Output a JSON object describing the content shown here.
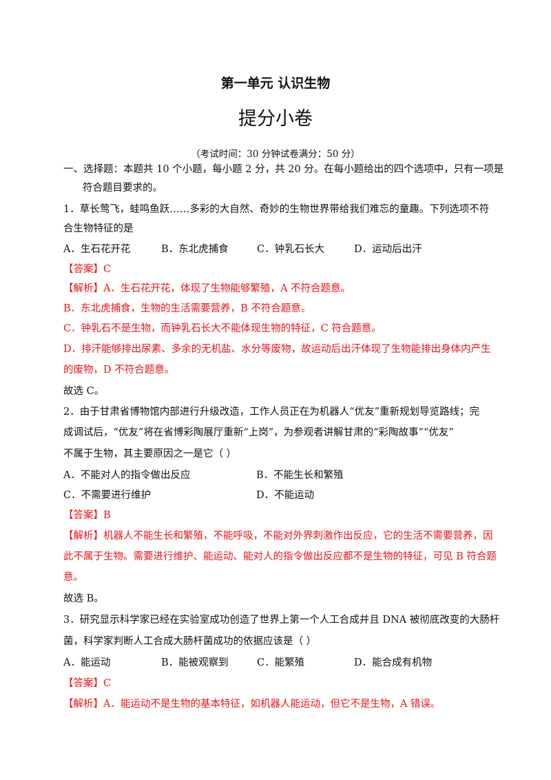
{
  "header": {
    "unit_title": "第一单元  认识生物",
    "paper_title": "提分小卷",
    "exam_info": "（考试时间：30 分钟试卷满分：50 分）"
  },
  "section1": {
    "line1": "一、选择题：本题共 10 个小题，每小题 2 分，共 20 分。在每小题给出的四个选项中，只有一项是",
    "line2": "符合题目要求的。"
  },
  "q1": {
    "stem1": "1．草长莺飞，蛙鸣鱼跃……多彩的大自然、奇妙的生物世界带给我们难忘的童趣。下列选项不符",
    "stem2": "合生物特征的是",
    "options": [
      "A．生石花开花",
      "B．东北虎捕食",
      "C．钟乳石长大",
      "D．运动后出汗"
    ],
    "answer_label": "【答案】",
    "answer": "C",
    "analysis_label": "【解析】",
    "analysis": [
      "A．生石花开花，体现了生物能够繁殖，A 不符合题意。",
      "B．东北虎捕食，生物的生活需要营养，B 不符合题意。",
      "C．钟乳石不是生物，而钟乳石长大不能体现生物的特征，C 符合题意。",
      "D．排汗能够排出尿素、多余的无机盐、水分等废物，故运动后出汗体现了生物能排出身体内产生",
      "的废物，D 不符合题意。"
    ],
    "conclusion": "故选 C。"
  },
  "q2": {
    "stem1": "2．由于甘肃省博物馆内部进行升级改造，工作人员正在为机器人“优友”重新规划导览路线；完",
    "stem2": "成调试后，“优友”将在省博彩陶展厅重新“上岗”，为参观者讲解甘肃的“彩陶故事”“优友”",
    "stem3": "不属于生物，其主要原因之一是它（        ）",
    "options": [
      "A．不能对人的指令做出反应",
      "B．不能生长和繁殖",
      "C．不需要进行维护",
      "D．不能运动"
    ],
    "answer_label": "【答案】",
    "answer": "B",
    "analysis_label": "【解析】",
    "analysis": [
      "机器人不能生长和繁殖，不能呼吸，不能对外界刺激作出反应，它的生活不需要营养，因",
      "此不属于生物。需要进行维护、能运动、能对人的指令做出反应都不是生物的特征，可见 B 符合题",
      "意。"
    ],
    "conclusion": "故选 B。"
  },
  "q3": {
    "stem1": "3．研究显示科学家已经在实验室成功创造了世界上第一个人工合成并且 DNA 被彻底改变的大肠杆",
    "stem2": "菌，科学家判断人工合成大肠杆菌成功的依据应该是（        ）",
    "options": [
      "A．能运动",
      "B．能被观察到",
      "C．能繁殖",
      "D．能合成有机物"
    ],
    "answer_label": "【答案】",
    "answer": "C",
    "analysis_label": "【解析】",
    "analysis": [
      "A．能运动不是生物的基本特征，如机器人能运动，但它不是生物，A 错误。"
    ]
  },
  "colors": {
    "answer_red": "#e8141b",
    "text": "#111111"
  }
}
